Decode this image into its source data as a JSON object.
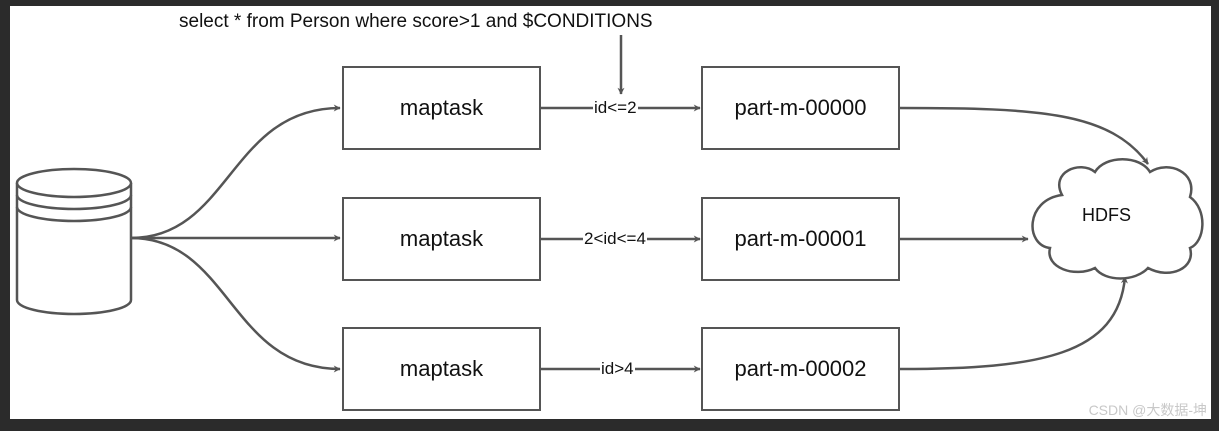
{
  "query": "select * from Person where score>1 and $CONDITIONS",
  "tasks": [
    {
      "label": "maptask",
      "condition": "id<=2",
      "output": "part-m-00000"
    },
    {
      "label": "maptask",
      "condition": "2<id<=4",
      "output": "part-m-00001"
    },
    {
      "label": "maptask",
      "condition": "id>4",
      "output": "part-m-00002"
    }
  ],
  "hdfs_label": "HDFS",
  "watermark": "CSDN @大数据-坤",
  "colors": {
    "stroke": "#555555",
    "frame": "#2b2b2b",
    "background": "#ffffff"
  }
}
